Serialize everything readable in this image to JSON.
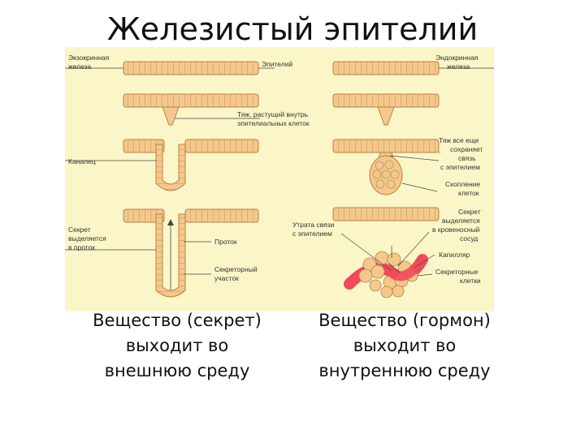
{
  "title": "Железистый эпителий",
  "diagram": {
    "labels": {
      "exocrine": [
        "Экзокринная",
        "железа"
      ],
      "endocrine": [
        "Эндокринная",
        "железа"
      ],
      "epithelium": "Эпителий",
      "strand": [
        "Тяж, растущий внутрь",
        "эпителиальных клеток"
      ],
      "duct": "Каналец",
      "strand_connected": [
        "Тяж все еще",
        "сохраняет",
        "связь",
        "с эпителием"
      ],
      "cluster": [
        "Скопление",
        "клеток"
      ],
      "secret_to_duct": [
        "Секрет",
        "выделяется",
        "в проток"
      ],
      "lumen": "Проток",
      "secretory_part": [
        "Секреторный",
        "участок"
      ],
      "lost_connection": [
        "Утрата связи",
        "с эпителием"
      ],
      "secret_to_vessel": [
        "Секрет",
        "выделяется",
        "в кровеносный",
        "сосуд"
      ],
      "capillary": "Капилляр",
      "secretory_cells": [
        "Секреторные",
        "клетки"
      ]
    },
    "colors": {
      "background": "#fbf6c8",
      "cell_fill": "#f4c88c",
      "cell_stroke": "#b88244",
      "capillary": "#f04a5a",
      "leader": "#444444"
    }
  },
  "captions": {
    "left": [
      "Вещество (секрет)",
      "выходит во",
      "внешнюю среду"
    ],
    "right": [
      "Вещество (гормон)",
      "выходит во",
      "внутреннюю среду"
    ]
  }
}
